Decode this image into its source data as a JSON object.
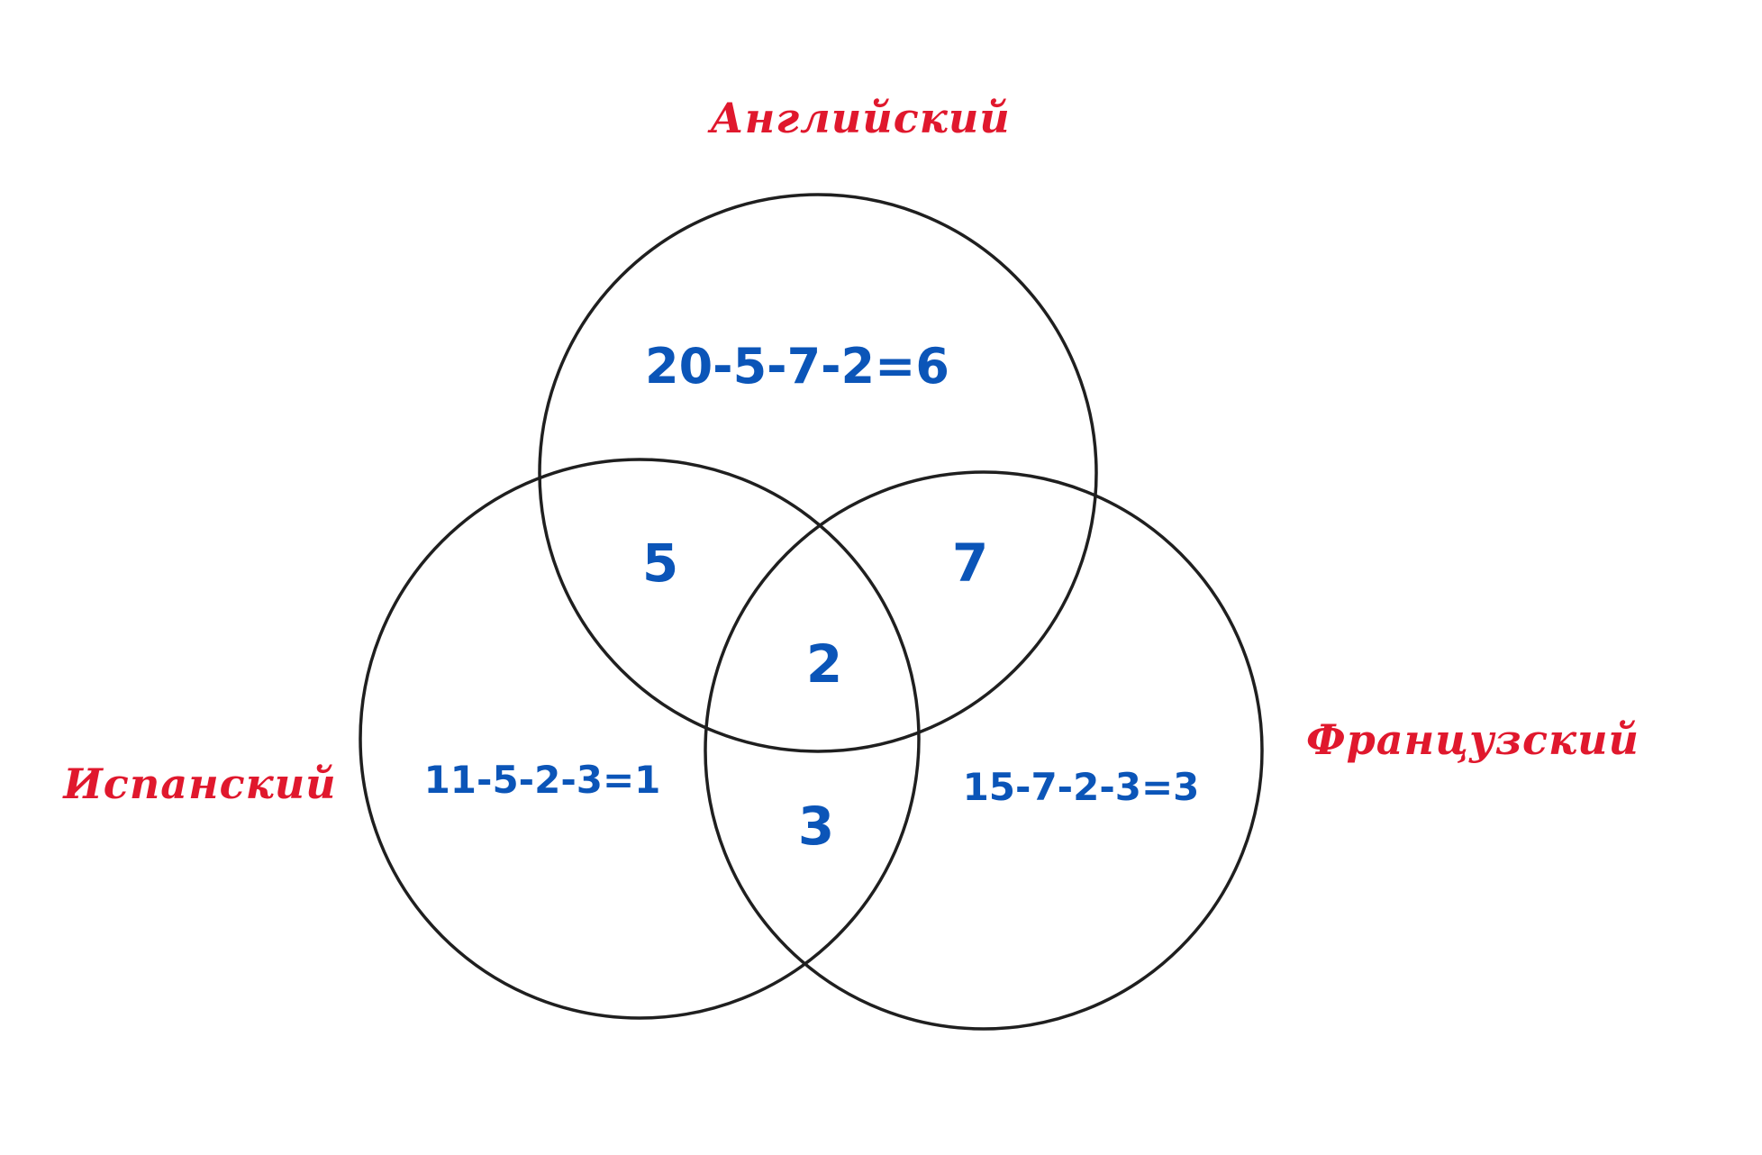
{
  "colors": {
    "set_label": "#e0182d",
    "region_text": "#0b55b8",
    "circle_stroke": "#1f1f1f",
    "background": "#ffffff"
  },
  "sets": {
    "english": "Английский",
    "spanish": "Испанский",
    "french": "Французский"
  },
  "regions": {
    "english_only": "20-5-7-2=6",
    "spanish_only": "11-5-2-3=1",
    "french_only": "15-7-2-3=3",
    "english_spanish": "5",
    "english_french": "7",
    "all_three": "2",
    "spanish_french": "3"
  }
}
